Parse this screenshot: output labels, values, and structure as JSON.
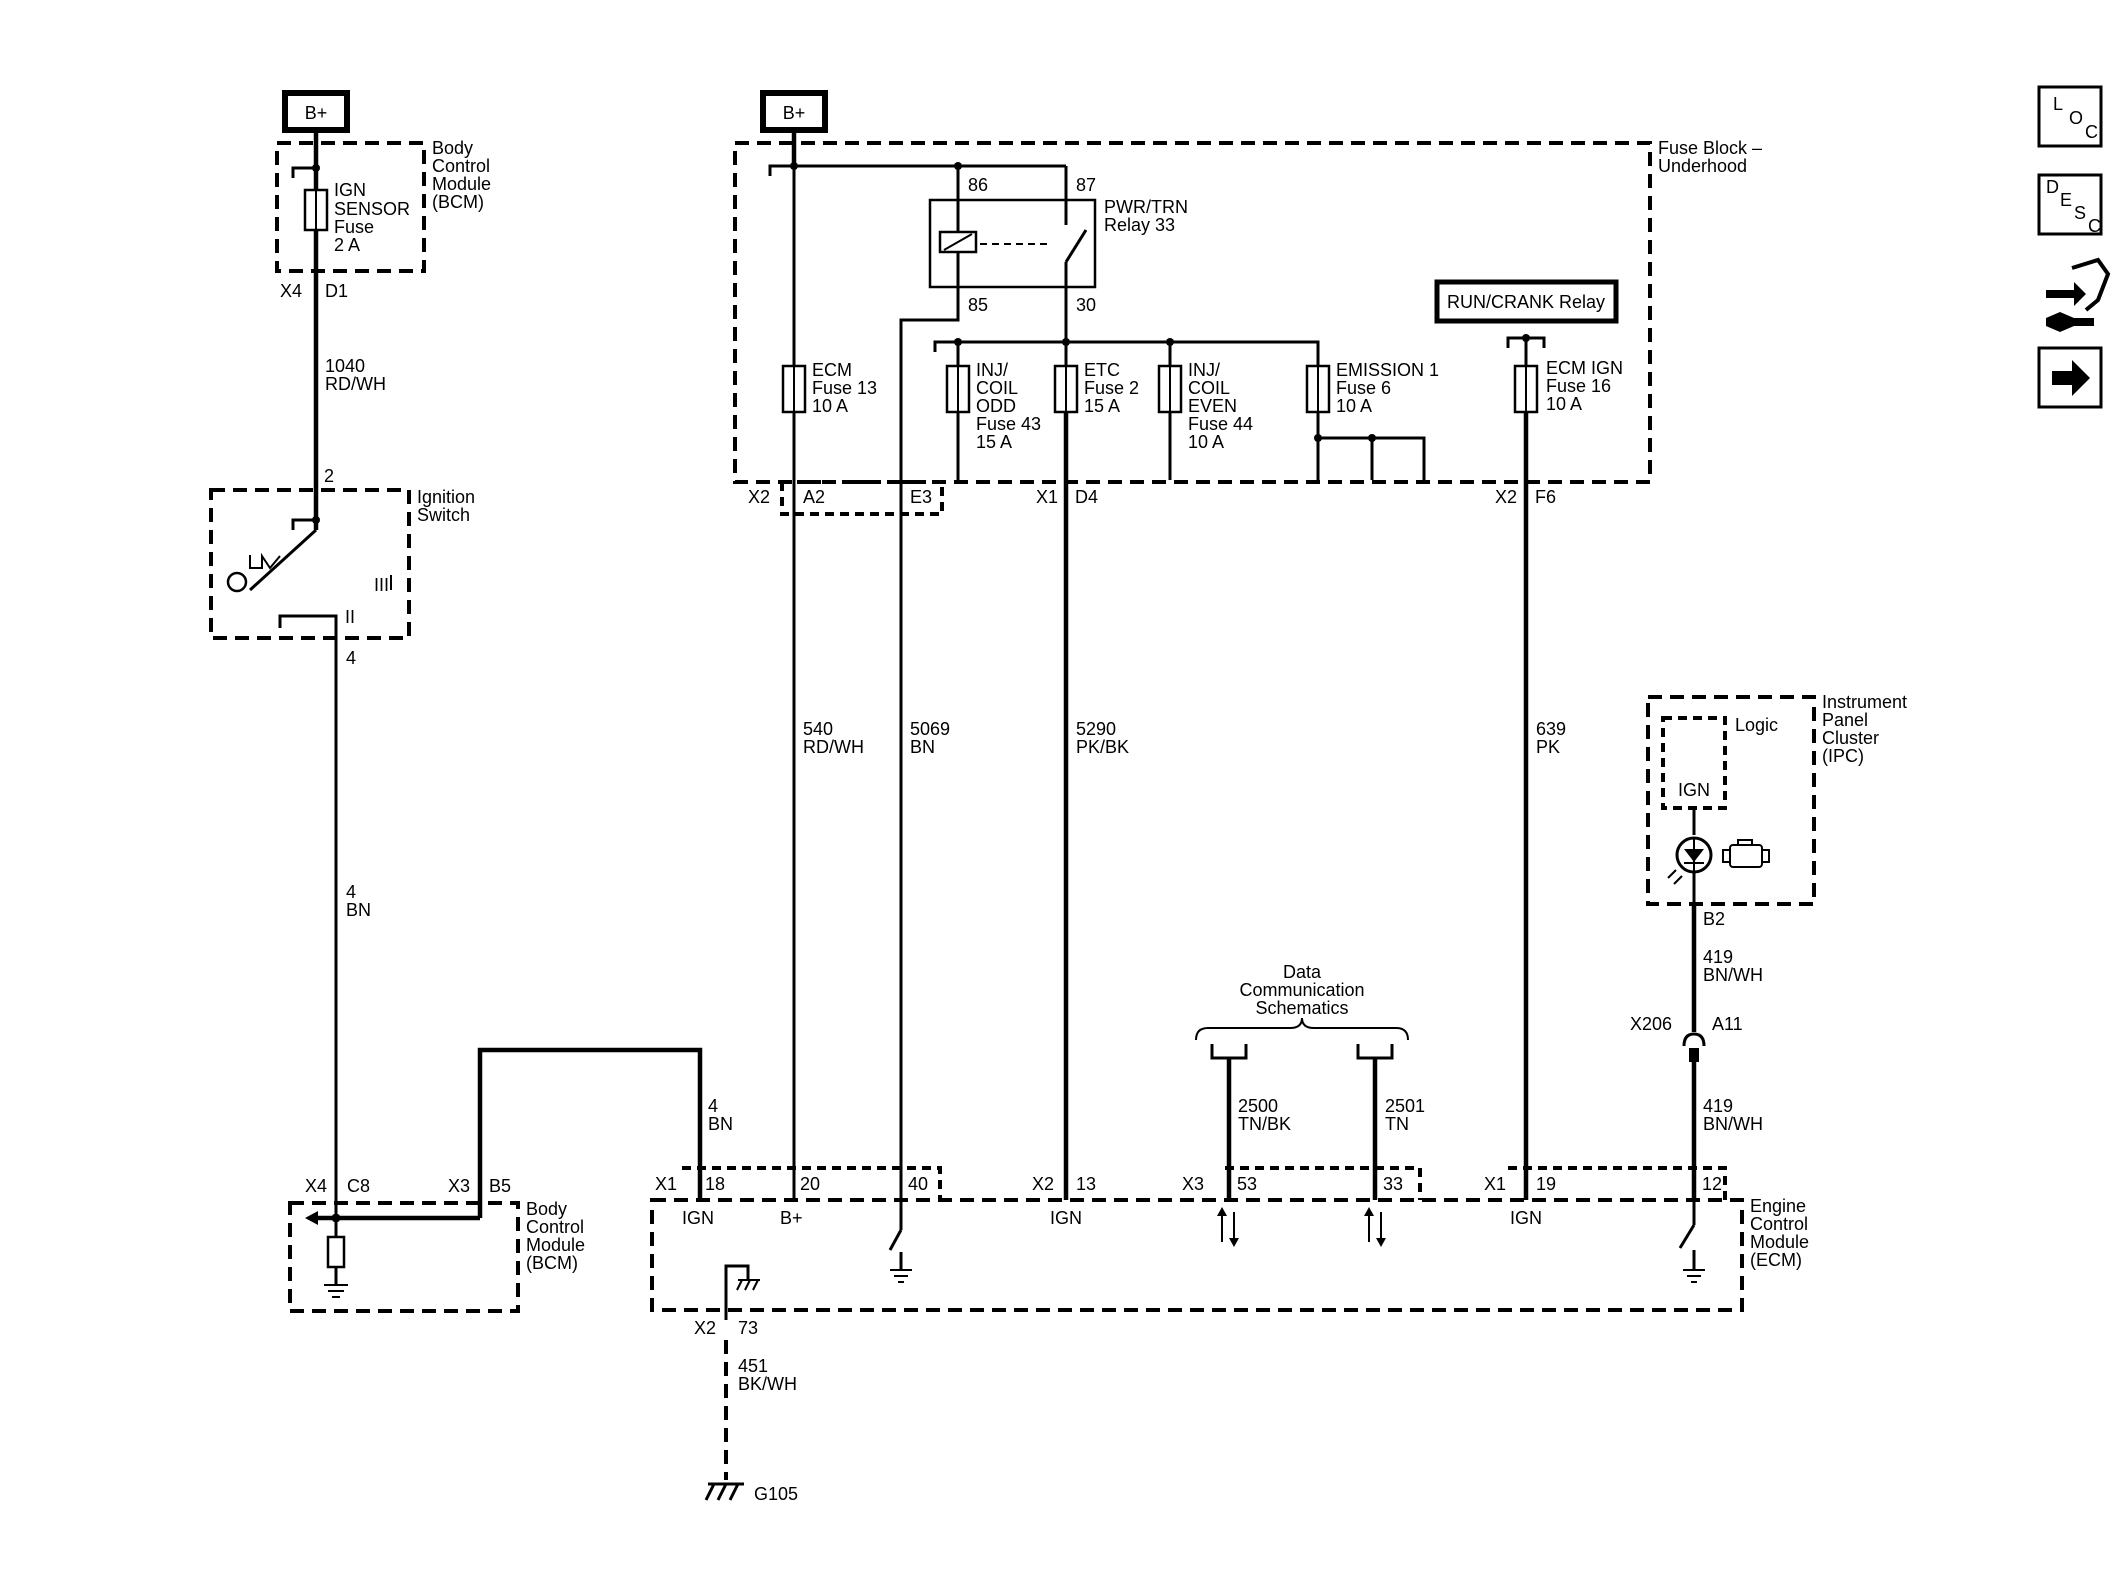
{
  "power": {
    "bplus_left": "B+",
    "bplus_right": "B+"
  },
  "bcm_top": {
    "label": [
      "Body",
      "Control",
      "Module",
      "(BCM)"
    ],
    "fuse": [
      "IGN",
      "SENSOR",
      "Fuse",
      "2 A"
    ],
    "conn": "X4",
    "pin": "D1"
  },
  "wire_1040": [
    "1040",
    "RD/WH"
  ],
  "ignition_switch": {
    "label": [
      "Ignition",
      "Switch"
    ],
    "pin_top": "2",
    "pin_bottom": "4",
    "pos_3": "III",
    "pos_2": "II"
  },
  "wire_4_bn_left": [
    "4",
    "BN"
  ],
  "fuse_block": {
    "label": [
      "Fuse Block –",
      "Underhood"
    ],
    "relay": [
      "PWR/TRN",
      "Relay 33"
    ],
    "relay_pins": [
      "86",
      "87",
      "85",
      "30"
    ],
    "run_crank": "RUN/CRANK Relay",
    "fuses": {
      "ecm": [
        "ECM",
        "Fuse 13",
        "10 A"
      ],
      "inj_odd": [
        "INJ/",
        "COIL",
        "ODD",
        "Fuse 43",
        "15 A"
      ],
      "etc": [
        "ETC",
        "Fuse 2",
        "15 A"
      ],
      "inj_even": [
        "INJ/",
        "COIL",
        "EVEN",
        "Fuse 44",
        "10 A"
      ],
      "emission": [
        "EMISSION 1",
        "Fuse 6",
        "10 A"
      ],
      "ecm_ign": [
        "ECM IGN",
        "Fuse 16",
        "10 A"
      ]
    },
    "connectors": {
      "x2_a2": [
        "X2",
        "A2"
      ],
      "e3": "E3",
      "x1_d4": [
        "X1",
        "D4"
      ],
      "x2_f6": [
        "X2",
        "F6"
      ]
    }
  },
  "wires": {
    "w540": [
      "540",
      "RD/WH"
    ],
    "w5069": [
      "5069",
      "BN"
    ],
    "w5290": [
      "5290",
      "PK/BK"
    ],
    "w639": [
      "639",
      "PK"
    ],
    "w4bn": [
      "4",
      "BN"
    ],
    "w2500": [
      "2500",
      "TN/BK"
    ],
    "w2501": [
      "2501",
      "TN"
    ],
    "w419a": [
      "419",
      "BN/WH"
    ],
    "w419b": [
      "419",
      "BN/WH"
    ],
    "w451": [
      "451",
      "BK/WH"
    ]
  },
  "data_comm": [
    "Data",
    "Communication",
    "Schematics"
  ],
  "ipc": {
    "label": [
      "Instrument",
      "Panel",
      "Cluster",
      "(IPC)"
    ],
    "logic": "Logic",
    "ign": "IGN",
    "pin": "B2"
  },
  "inline_conn": {
    "name": "X206",
    "pin": "A11"
  },
  "bcm_bottom": {
    "label": [
      "Body",
      "Control",
      "Module",
      "(BCM)"
    ],
    "x4": "X4",
    "c8": "C8",
    "x3": "X3",
    "b5": "B5"
  },
  "ecm": {
    "label": [
      "Engine",
      "Control",
      "Module",
      "(ECM)"
    ],
    "pins": {
      "x1": "X1",
      "p18": "18",
      "p20": "20",
      "p40": "40",
      "x2": "X2",
      "p13": "13",
      "x3": "X3",
      "p53": "53",
      "p33": "33",
      "x1b": "X1",
      "p19": "19",
      "p12": "12"
    },
    "ign1": "IGN",
    "bplus": "B+",
    "ign2": "IGN",
    "ign3": "IGN",
    "ground_conn": "X2",
    "ground_pin": "73"
  },
  "ground": "G105",
  "side_icons": [
    {
      "name": "loc-icon",
      "glyphs": [
        "L",
        "O",
        "C"
      ]
    },
    {
      "name": "desc-icon",
      "glyphs": [
        "D",
        "E",
        "S",
        "C"
      ]
    },
    {
      "name": "connector-tool-icon"
    },
    {
      "name": "next-arrow-icon"
    }
  ]
}
